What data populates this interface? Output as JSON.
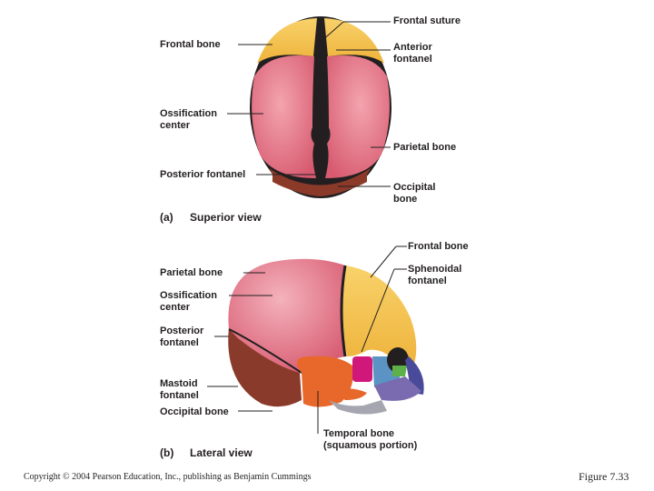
{
  "superior": {
    "caption_letter": "(a)",
    "caption": "Superior view",
    "labels": {
      "frontal_suture": "Frontal suture",
      "frontal_bone": "Frontal bone",
      "anterior_fontanel_1": "Anterior",
      "anterior_fontanel_2": "fontanel",
      "ossification_1": "Ossification",
      "ossification_2": "center",
      "parietal_bone": "Parietal bone",
      "posterior_fontanel": "Posterior fontanel",
      "occipital_1": "Occipital",
      "occipital_2": "bone"
    }
  },
  "lateral": {
    "caption_letter": "(b)",
    "caption": "Lateral view",
    "labels": {
      "frontal_bone": "Frontal bone",
      "parietal_bone": "Parietal bone",
      "sphenoidal_1": "Sphenoidal",
      "sphenoidal_2": "fontanel",
      "ossification_1": "Ossification",
      "ossification_2": "center",
      "posterior_1": "Posterior",
      "posterior_2": "fontanel",
      "mastoid_1": "Mastoid",
      "mastoid_2": "fontanel",
      "occipital_bone": "Occipital bone",
      "temporal_1": "Temporal bone",
      "temporal_2": "(squamous portion)"
    }
  },
  "footer": {
    "copyright": "Copyright © 2004 Pearson Education, Inc., publishing as Benjamin Cummings",
    "figure": "Figure 7.33"
  },
  "colors": {
    "frontal": "#f5c24a",
    "parietal": "#e07080",
    "occipital": "#8a3a2a",
    "temporal": "#e8662a",
    "sphenoid_blue": "#5a93c4",
    "sphenoid_green": "#5db04a",
    "magenta": "#d0187a",
    "purple": "#7a6ab0",
    "suture": "#231f20"
  }
}
